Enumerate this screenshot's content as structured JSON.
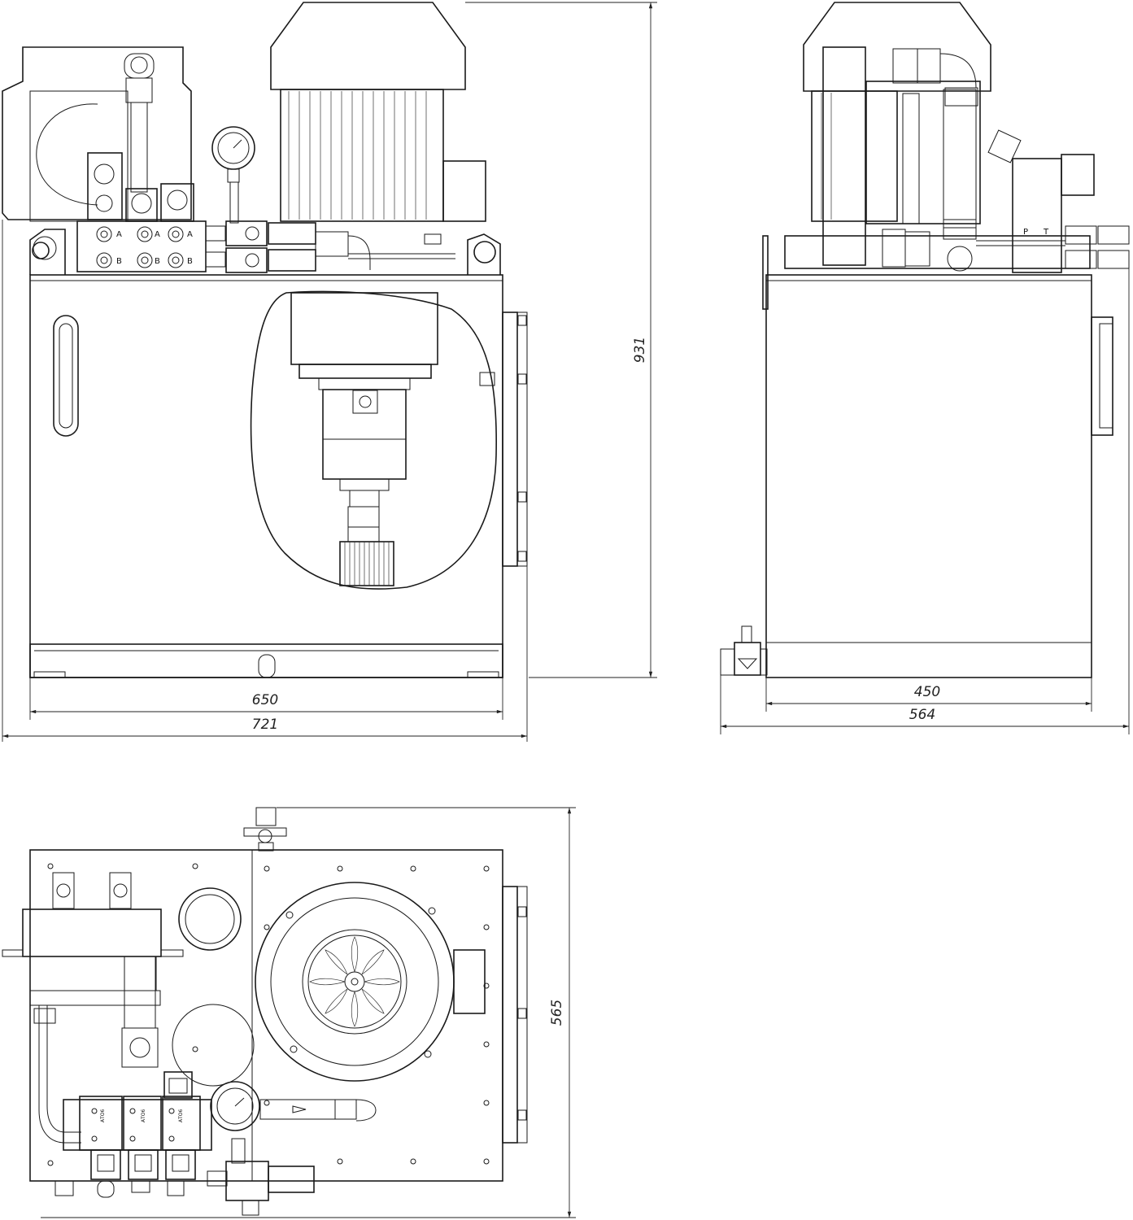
{
  "dimensions": {
    "front_tank_width": "650",
    "front_overall_width": "721",
    "front_overall_height": "931",
    "side_tank_depth": "450",
    "side_overall_depth": "564",
    "top_overall_depth": "565"
  },
  "port_labels": {
    "a": "A",
    "b": "B",
    "p": "P",
    "t": "T"
  },
  "valve_labels": {
    "valve_1": "АТО6",
    "valve_2": "АТО6",
    "valve_3": "АТО6"
  }
}
